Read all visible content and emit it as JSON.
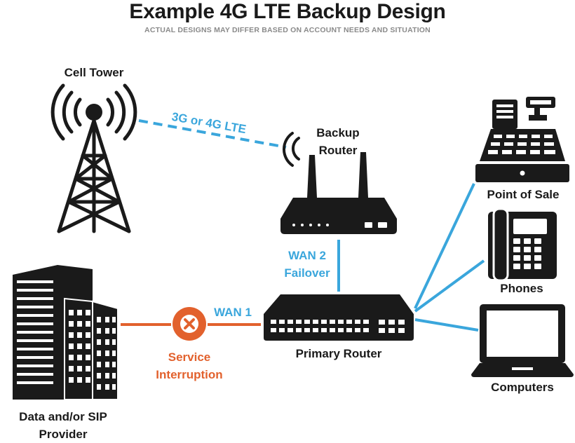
{
  "header": {
    "title": "Example 4G LTE Backup Design",
    "subtitle": "ACTUAL DESIGNS MAY DIFFER BASED ON ACCOUNT NEEDS AND SITUATION"
  },
  "nodes": {
    "cell_tower": "Cell Tower",
    "backup_router_line1": "Backup",
    "backup_router_line2": "Router",
    "point_of_sale": "Point of Sale",
    "phones": "Phones",
    "computers": "Computers",
    "primary_router": "Primary Router",
    "provider_line1": "Data and/or SIP",
    "provider_line2": "Provider"
  },
  "links": {
    "lte_link": "3G or 4G LTE",
    "wan2_line1": "WAN 2",
    "wan2_line2": "Failover",
    "wan1": "WAN 1",
    "interruption_line1": "Service",
    "interruption_line2": "Interruption"
  },
  "colors": {
    "link_blue": "#3aa6dc",
    "fail_orange": "#e2612d",
    "icon_dark": "#1a1a1a",
    "subtitle_gray": "#8a8a8a"
  }
}
